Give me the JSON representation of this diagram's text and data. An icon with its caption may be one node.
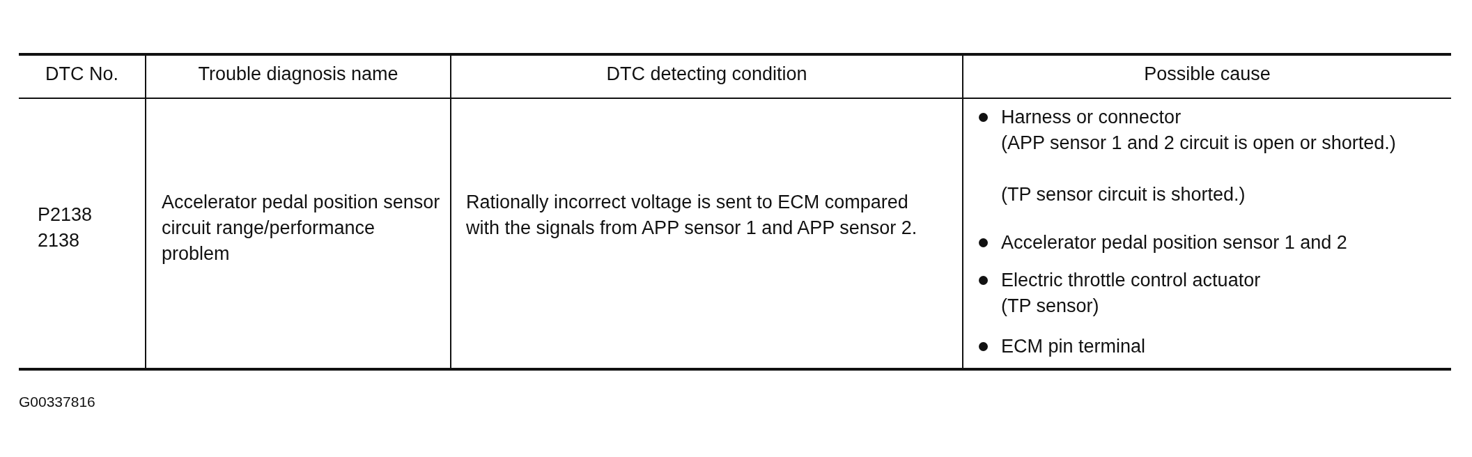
{
  "diagram": {
    "labels": [
      "DTC No.",
      "Trouble diagnosis name",
      "DTC detecting condition",
      "Possible cause",
      "P2138",
      "2138",
      "Accelerator pedal position sensor circuit range/performance problem",
      "Rationally incorrect voltage is sent to ECM compared with the signals from APP sensor 1 and APP sensor 2.",
      "Harness or connector",
      "(APP sensor 1 and 2 circuit is open or shorted.)",
      "(TP sensor circuit is shorted.)",
      "Accelerator pedal position sensor 1 and 2",
      "Electric throttle control actuator",
      "(TP sensor)",
      "ECM pin terminal",
      "G00337816"
    ]
  }
}
